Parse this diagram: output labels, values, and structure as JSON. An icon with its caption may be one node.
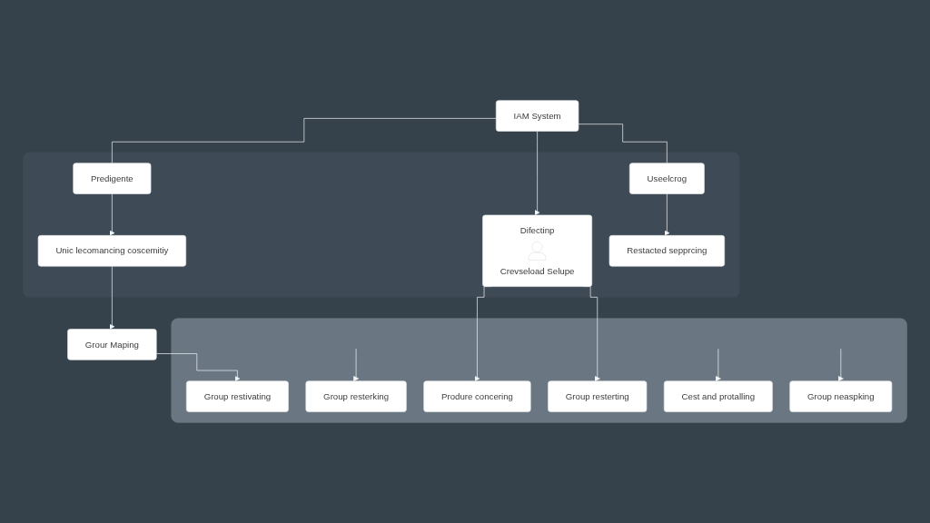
{
  "diagram": {
    "nodes": [
      {
        "text": [
          "IAM System"
        ]
      },
      {
        "text": [],
        "shape": "box"
      },
      {
        "text": [
          "Predigente"
        ],
        "in": 1
      },
      {
        "text": [
          "Difectinp",
          "Crevseload Selupe"
        ],
        "in": 1
      },
      {
        "text": [
          "Useelcrog"
        ],
        "in": 1
      },
      {
        "text": [
          "Unic lecomancing coscemitiy"
        ],
        "in": 1
      },
      {
        "text": [
          "Restacted sepprcing"
        ],
        "in": 1
      },
      {
        "text": [
          "Grour Maping"
        ]
      },
      {
        "text": [],
        "shape": "box"
      },
      {
        "text": [
          "Group restivating"
        ],
        "in": 8
      },
      {
        "text": [
          "Group resterking"
        ],
        "in": 8
      },
      {
        "text": [
          "Produre concering"
        ],
        "in": 8
      },
      {
        "text": [
          "Group resterting"
        ],
        "in": 8
      },
      {
        "text": [
          "Cest and protalling"
        ],
        "in": 8
      },
      {
        "text": [
          "Group neaspking"
        ],
        "in": 8
      }
    ],
    "edges": [
      {
        "from": 0,
        "to": 2,
        "arrow": "none"
      },
      {
        "from": 0,
        "to": 3,
        "arrow": "to"
      },
      {
        "from": 0,
        "to": 4,
        "arrow": "none"
      },
      {
        "from": 2,
        "to": 5,
        "arrow": "to"
      },
      {
        "from": 4,
        "to": 6,
        "arrow": "to"
      },
      {
        "from": 5,
        "to": 7,
        "arrow": "to"
      },
      {
        "from": 7,
        "to": 9,
        "arrow": "to"
      },
      {
        "from": null,
        "to": 10,
        "arrow": "to"
      },
      {
        "from": 3,
        "to": 11,
        "arrow": "to"
      },
      {
        "from": 3,
        "to": 12,
        "arrow": "to"
      },
      {
        "from": null,
        "to": 13,
        "arrow": "to"
      },
      {
        "from": null,
        "to": 14,
        "arrow": "to"
      }
    ]
  }
}
